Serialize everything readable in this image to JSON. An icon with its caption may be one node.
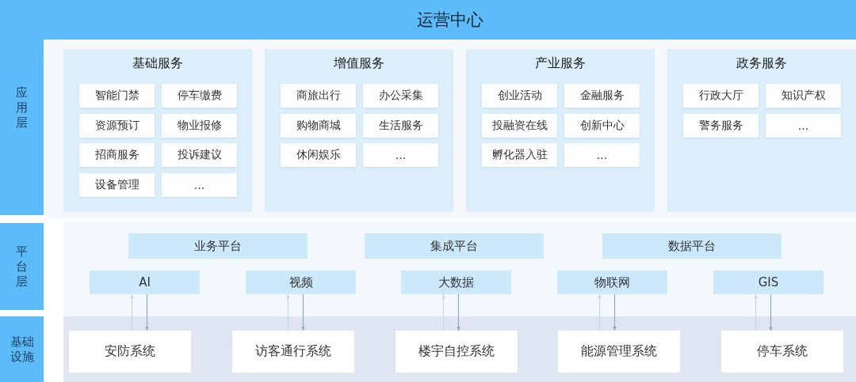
{
  "diagram": {
    "nodes": [
      {
        "text": [
          "运营中心"
        ]
      },
      {
        "text": [
          "应用层"
        ]
      },
      {
        "text": [],
        "shape": "box"
      },
      {
        "text": [
          "基础服务"
        ],
        "in": 2
      },
      {
        "text": [
          "智能门禁"
        ],
        "in": 3
      },
      {
        "text": [
          "停车缴费"
        ],
        "in": 3
      },
      {
        "text": [
          "资源预订"
        ],
        "in": 3
      },
      {
        "text": [
          "物业报修"
        ],
        "in": 3
      },
      {
        "text": [
          "招商服务"
        ],
        "in": 3
      },
      {
        "text": [
          "投诉建议"
        ],
        "in": 3
      },
      {
        "text": [
          "设备管理"
        ],
        "in": 3
      },
      {
        "text": [
          "..."
        ],
        "in": 3
      },
      {
        "text": [
          "增值服务"
        ],
        "in": 2
      },
      {
        "text": [
          "商旅出行"
        ],
        "in": 12
      },
      {
        "text": [
          "办公采集"
        ],
        "in": 12
      },
      {
        "text": [
          "购物商城"
        ],
        "in": 12
      },
      {
        "text": [
          "生活服务"
        ],
        "in": 12
      },
      {
        "text": [
          "休闲娱乐"
        ],
        "in": 12
      },
      {
        "text": [
          "..."
        ],
        "in": 12
      },
      {
        "text": [
          "产业服务"
        ],
        "in": 2
      },
      {
        "text": [
          "创业活动"
        ],
        "in": 19
      },
      {
        "text": [
          "金融服务"
        ],
        "in": 19
      },
      {
        "text": [
          "投融资在线"
        ],
        "in": 19
      },
      {
        "text": [
          "创新中心"
        ],
        "in": 19
      },
      {
        "text": [
          "孵化器入驻"
        ],
        "in": 19
      },
      {
        "text": [
          "..."
        ],
        "in": 19
      },
      {
        "text": [
          "政务服务"
        ],
        "in": 2
      },
      {
        "text": [
          "行政大厅"
        ],
        "in": 26
      },
      {
        "text": [
          "知识产权"
        ],
        "in": 26
      },
      {
        "text": [
          "警务服务"
        ],
        "in": 26
      },
      {
        "text": [
          "..."
        ],
        "in": 26
      },
      {
        "text": [
          "平台层"
        ]
      },
      {
        "text": [],
        "shape": "box"
      },
      {
        "text": [
          "业务平台"
        ],
        "in": 32
      },
      {
        "text": [
          "集成平台"
        ],
        "in": 32
      },
      {
        "text": [
          "数据平台"
        ],
        "in": 32
      },
      {
        "text": [
          "AI"
        ],
        "in": 32
      },
      {
        "text": [
          "视频"
        ],
        "in": 32
      },
      {
        "text": [
          "大数据"
        ],
        "in": 32
      },
      {
        "text": [
          "物联网"
        ],
        "in": 32
      },
      {
        "text": [
          "GIS"
        ],
        "in": 32
      },
      {
        "text": [
          "基础设施"
        ]
      },
      {
        "text": [],
        "shape": "box"
      },
      {
        "text": [
          "安防系统"
        ],
        "in": 42
      },
      {
        "text": [
          "访客通行系统"
        ],
        "in": 42
      },
      {
        "text": [
          "楼宇自控系统"
        ],
        "in": 42
      },
      {
        "text": [
          "能源管理系统"
        ],
        "in": 42
      },
      {
        "text": [
          "停车系统"
        ],
        "in": 42
      }
    ],
    "edges": [
      {
        "from": 43,
        "to": 36,
        "arrow": "to",
        "color": "#c9d6e3"
      },
      {
        "from": 36,
        "to": 43,
        "arrow": "to"
      },
      {
        "from": 44,
        "to": 37,
        "arrow": "to",
        "color": "#c9d6e3"
      },
      {
        "from": 37,
        "to": 44,
        "arrow": "to"
      },
      {
        "from": 45,
        "to": 38,
        "arrow": "to",
        "color": "#c9d6e3"
      },
      {
        "from": 38,
        "to": 45,
        "arrow": "to"
      },
      {
        "from": 46,
        "to": 39,
        "arrow": "to",
        "color": "#c9d6e3"
      },
      {
        "from": 39,
        "to": 46,
        "arrow": "to"
      },
      {
        "from": 47,
        "to": 40,
        "arrow": "to",
        "color": "#c9d6e3"
      },
      {
        "from": 40,
        "to": 47,
        "arrow": "to"
      }
    ]
  }
}
